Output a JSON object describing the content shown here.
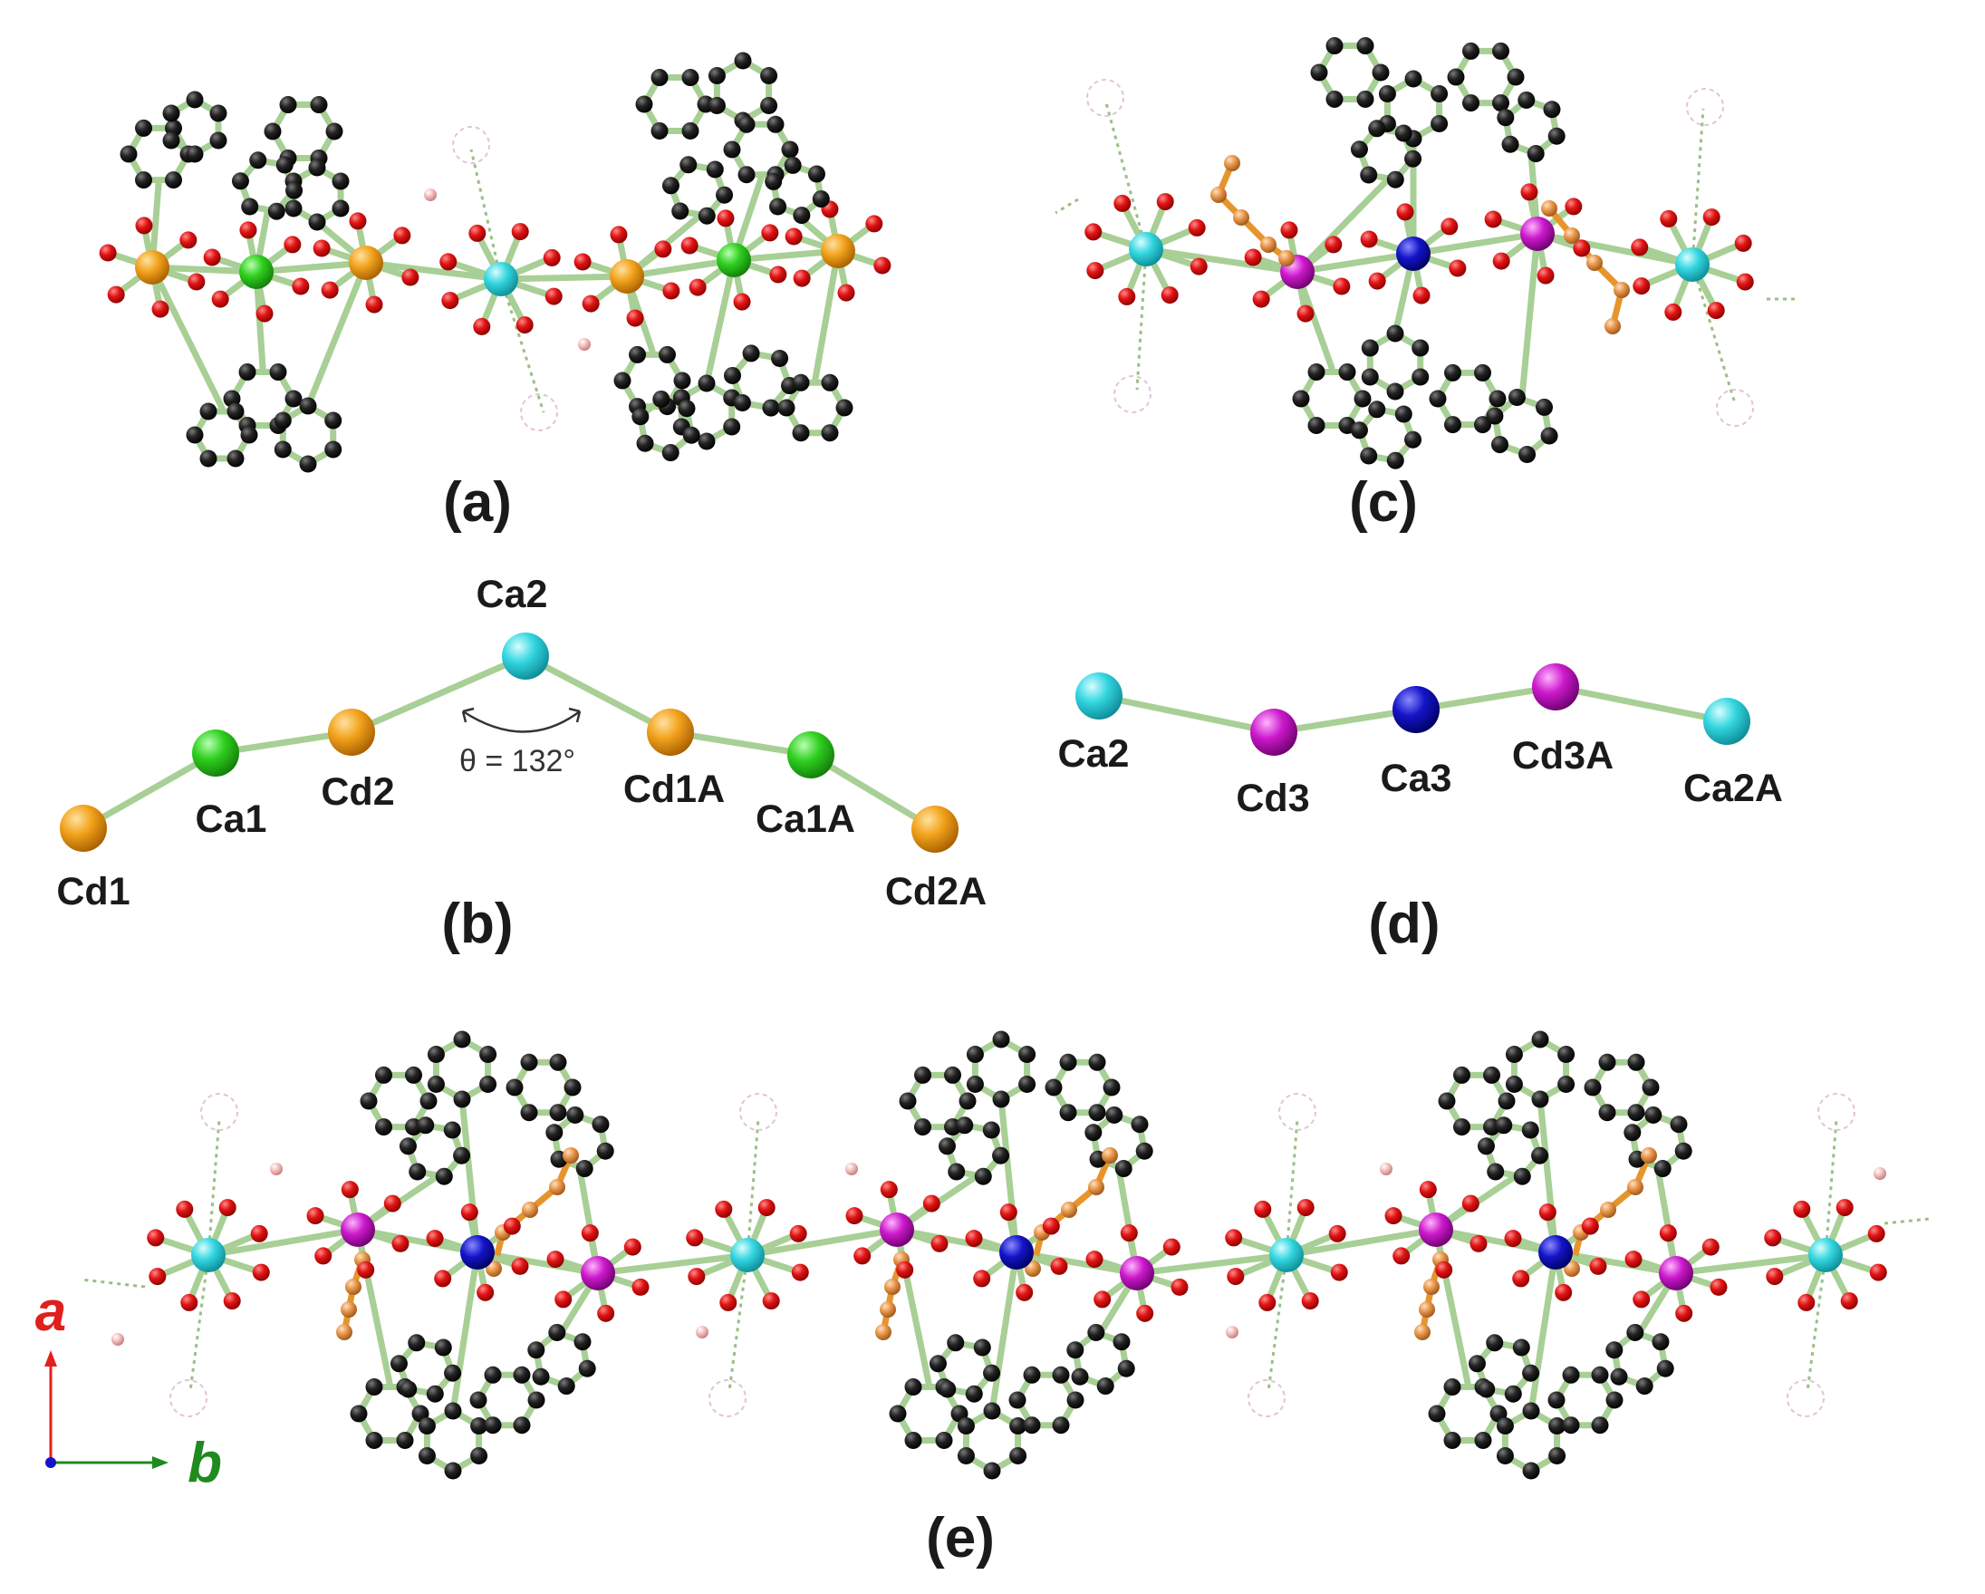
{
  "panels": {
    "a": "(a)",
    "b": "(b)",
    "c": "(c)",
    "d": "(d)",
    "e": "(e)"
  },
  "chain_b": {
    "labels": [
      "Cd1",
      "Ca1",
      "Cd2",
      "Ca2",
      "Cd1A",
      "Ca1A",
      "Cd2A"
    ],
    "angle": "θ = 132°"
  },
  "chain_d": {
    "labels": [
      "Ca2",
      "Cd3",
      "Ca3",
      "Cd3A",
      "Ca2A"
    ]
  },
  "axes": {
    "a": "a",
    "b": "b"
  },
  "colors": {
    "carbon": "#151515",
    "oxygen": "#e01414",
    "cadmium_orange": "#f2a21c",
    "calcium_green": "#2fcf1f",
    "calcium_cyan": "#33d6e0",
    "cadmium_magenta": "#cc19cc",
    "calcium_blue": "#1414c8",
    "bond": "#a8cf95",
    "axis_a": "#e0201c",
    "axis_b": "#1f8a1f"
  }
}
